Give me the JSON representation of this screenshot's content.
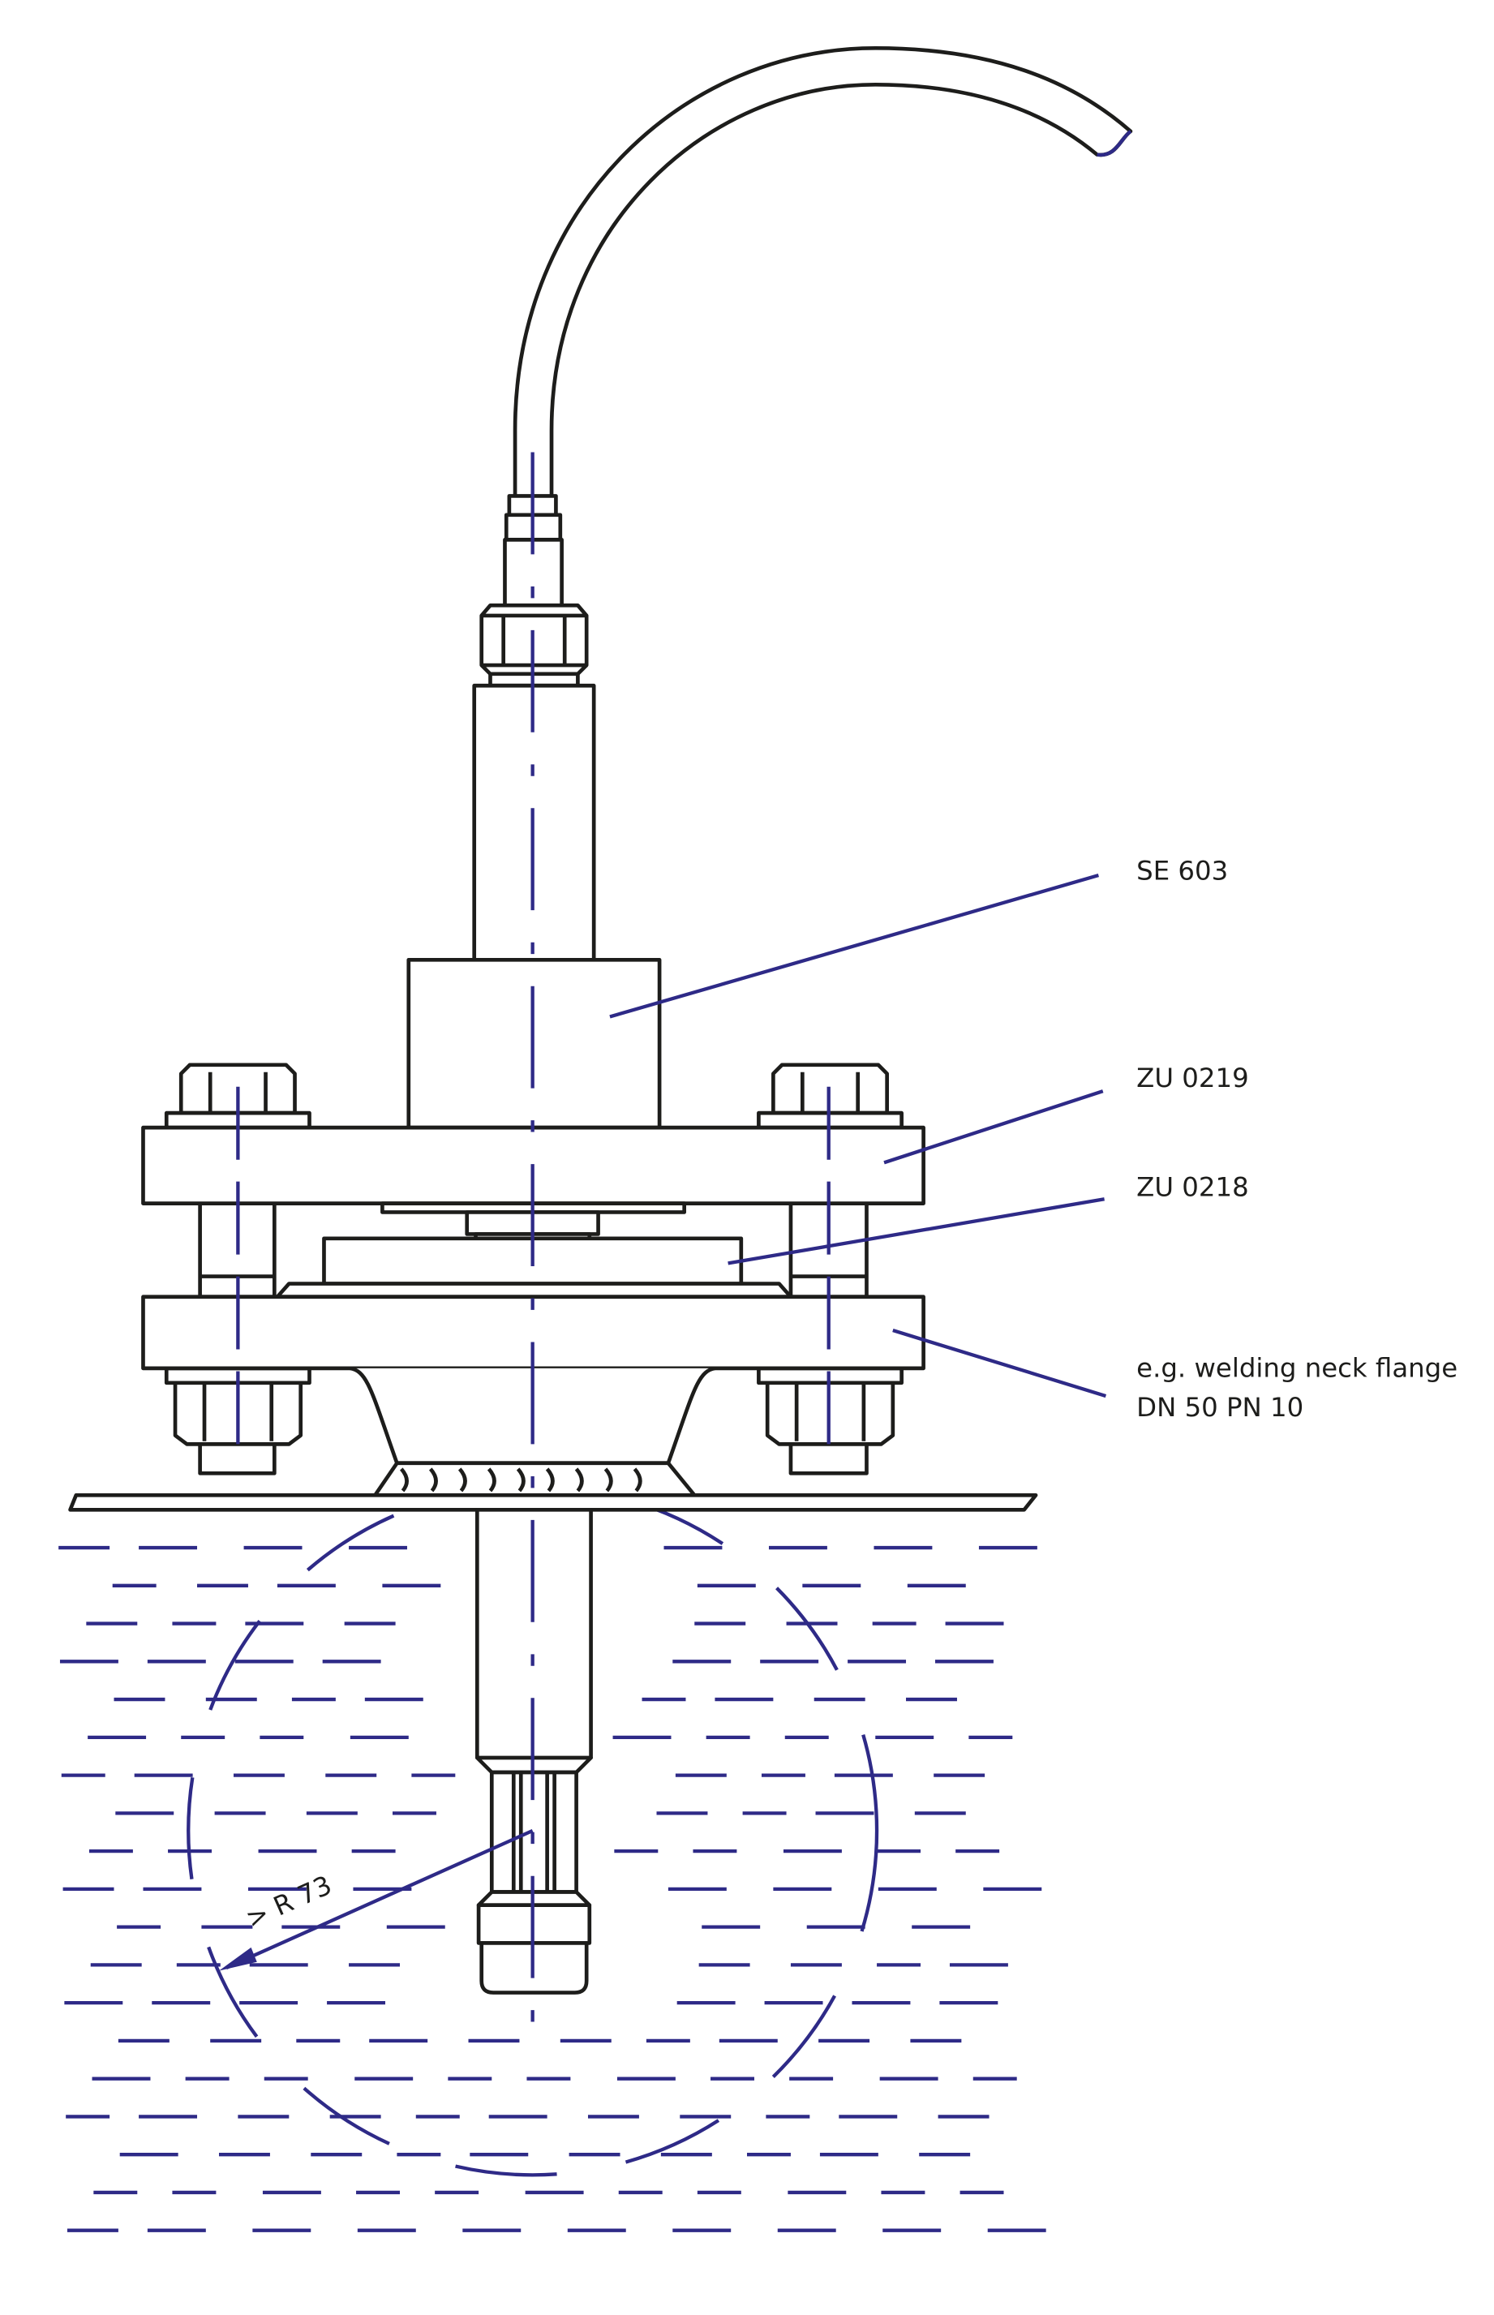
{
  "labels": {
    "sensor": "SE 603",
    "adapter_top": "ZU 0219",
    "adapter_bottom": "ZU 0218",
    "flange_line1": "e.g. welding neck flange",
    "flange_line2": "DN 50 PN 10",
    "radius": "> R 73"
  },
  "colors": {
    "line": "#1d1d1b",
    "annotation": "#2e2a87"
  }
}
